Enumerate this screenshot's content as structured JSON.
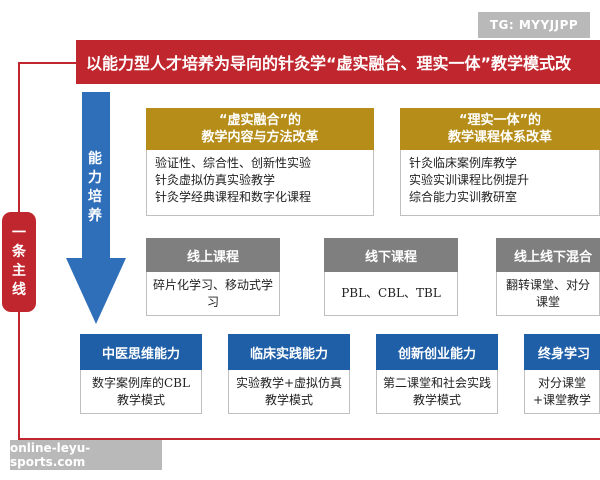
{
  "watermark": "TG: MYYJJPP",
  "site_label": "online-leyu-sports.com",
  "colors": {
    "red": "#c0262d",
    "gold": "#b58d18",
    "gray": "#7f7f7f",
    "blue": "#1f5fa8"
  },
  "banner": {
    "title": "以能力型人才培养为导向的针灸学“虚实融合、理实一体”教学模式改"
  },
  "main_line": {
    "label": "一条主线"
  },
  "arrow": {
    "label": "能力培养"
  },
  "upper_sections": [
    {
      "heading_line1": "“虚实融合”的",
      "heading_line2": "教学内容与方法改革",
      "items": [
        "验证性、综合性、创新性实验",
        "针灸虚拟仿真实验教学",
        "针灸学经典课程和数字化课程"
      ]
    },
    {
      "heading_line1": "“理实一体”的",
      "heading_line2": "教学课程体系改革",
      "items": [
        "针灸临床案例库教学",
        "实验实训课程比例提升",
        "综合能力实训教研室"
      ]
    }
  ],
  "gray_boxes": [
    {
      "title": "线上课程",
      "text": "碎片化学习、移动式学习"
    },
    {
      "title": "线下课程",
      "text": "PBL、CBL、TBL"
    },
    {
      "title": "线上线下混合",
      "text": "翻转课堂、对分课堂"
    }
  ],
  "blue_boxes": [
    {
      "title": "中医思维能力",
      "text": "数字案例库的CBL教学模式"
    },
    {
      "title": "临床实践能力",
      "text": "实验教学+虚拟仿真教学模式"
    },
    {
      "title": "创新创业能力",
      "text": "第二课堂和社会实践教学模式"
    },
    {
      "title": "终身学习",
      "text": "对分课堂+课堂教学"
    }
  ]
}
